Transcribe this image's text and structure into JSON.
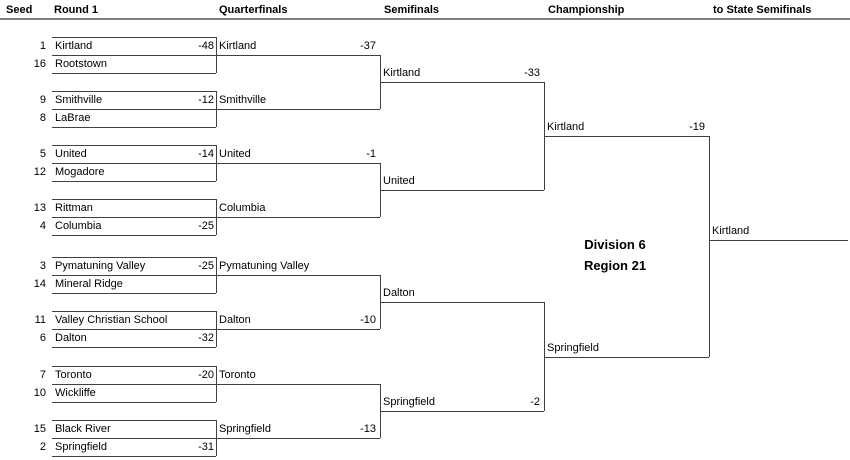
{
  "headers": {
    "seed": "Seed",
    "round1": "Round 1",
    "quarterfinals": "Quarterfinals",
    "semifinals": "Semifinals",
    "championship": "Championship",
    "state": "to State Semifinals"
  },
  "title": {
    "division": "Division 6",
    "region": "Region 21"
  },
  "round1": [
    {
      "top": {
        "seed": "1",
        "team": "Kirtland",
        "score": "-48"
      },
      "bottom": {
        "seed": "16",
        "team": "Rootstown",
        "score": ""
      }
    },
    {
      "top": {
        "seed": "9",
        "team": "Smithville",
        "score": "-12"
      },
      "bottom": {
        "seed": "8",
        "team": "LaBrae",
        "score": ""
      }
    },
    {
      "top": {
        "seed": "5",
        "team": "United",
        "score": "-14"
      },
      "bottom": {
        "seed": "12",
        "team": "Mogadore",
        "score": ""
      }
    },
    {
      "top": {
        "seed": "13",
        "team": "Rittman",
        "score": ""
      },
      "bottom": {
        "seed": "4",
        "team": "Columbia",
        "score": "-25"
      }
    },
    {
      "top": {
        "seed": "3",
        "team": "Pymatuning Valley",
        "score": "-25"
      },
      "bottom": {
        "seed": "14",
        "team": "Mineral Ridge",
        "score": ""
      }
    },
    {
      "top": {
        "seed": "11",
        "team": "Valley Christian School",
        "score": ""
      },
      "bottom": {
        "seed": "6",
        "team": "Dalton",
        "score": "-32"
      }
    },
    {
      "top": {
        "seed": "7",
        "team": "Toronto",
        "score": "-20"
      },
      "bottom": {
        "seed": "10",
        "team": "Wickliffe",
        "score": ""
      }
    },
    {
      "top": {
        "seed": "15",
        "team": "Black River",
        "score": ""
      },
      "bottom": {
        "seed": "2",
        "team": "Springfield",
        "score": "-31"
      }
    }
  ],
  "quarterfinals": [
    {
      "team": "Kirtland",
      "score": "-37"
    },
    {
      "team": "Smithville",
      "score": ""
    },
    {
      "team": "United",
      "score": "-1"
    },
    {
      "team": "Columbia",
      "score": ""
    },
    {
      "team": "Pymatuning Valley",
      "score": ""
    },
    {
      "team": "Dalton",
      "score": "-10"
    },
    {
      "team": "Toronto",
      "score": ""
    },
    {
      "team": "Springfield",
      "score": "-13"
    }
  ],
  "semifinals": [
    {
      "team": "Kirtland",
      "score": "-33"
    },
    {
      "team": "United",
      "score": ""
    },
    {
      "team": "Dalton",
      "score": ""
    },
    {
      "team": "Springfield",
      "score": "-2"
    }
  ],
  "championship": [
    {
      "team": "Kirtland",
      "score": "-19"
    },
    {
      "team": "Springfield",
      "score": ""
    }
  ],
  "state": {
    "team": "Kirtland"
  }
}
